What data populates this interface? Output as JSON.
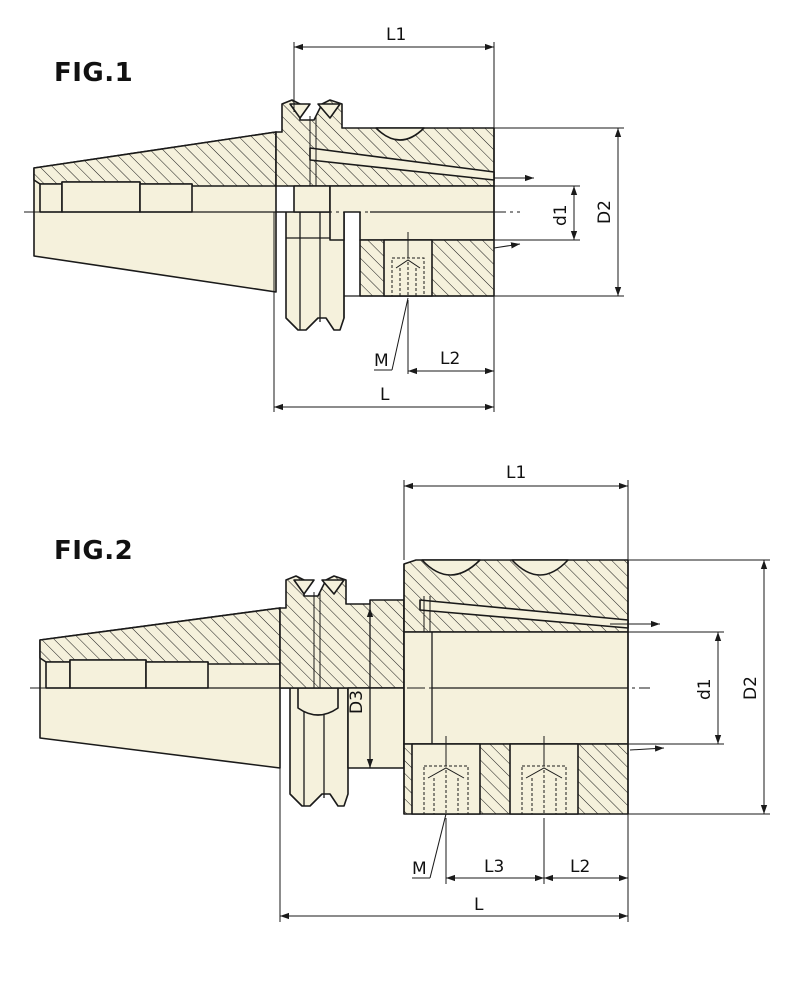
{
  "figures": [
    {
      "title": "FIG.1",
      "dimensions": {
        "L1": "L1",
        "L": "L",
        "L2": "L2",
        "M": "M",
        "d1": "d1",
        "D2": "D2"
      }
    },
    {
      "title": "FIG.2",
      "dimensions": {
        "L1": "L1",
        "L": "L",
        "L2": "L2",
        "L3": "L3",
        "M": "M",
        "d1": "d1",
        "D2": "D2",
        "D3": "D3"
      }
    }
  ]
}
